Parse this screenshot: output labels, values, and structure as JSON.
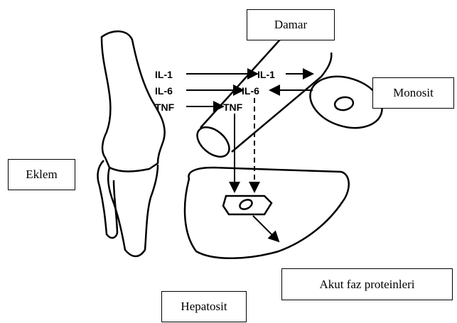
{
  "labels": {
    "vessel": "Damar",
    "monocyte": "Monosit",
    "joint": "Eklem",
    "acute_phase": "Akut faz proteinleri",
    "hepatocyte": "Hepatosit"
  },
  "cytokines_joint": [
    "IL-1",
    "IL-6",
    "TNF"
  ],
  "cytokines_vessel": [
    "IL-1",
    "IL-6",
    "TNF"
  ]
}
